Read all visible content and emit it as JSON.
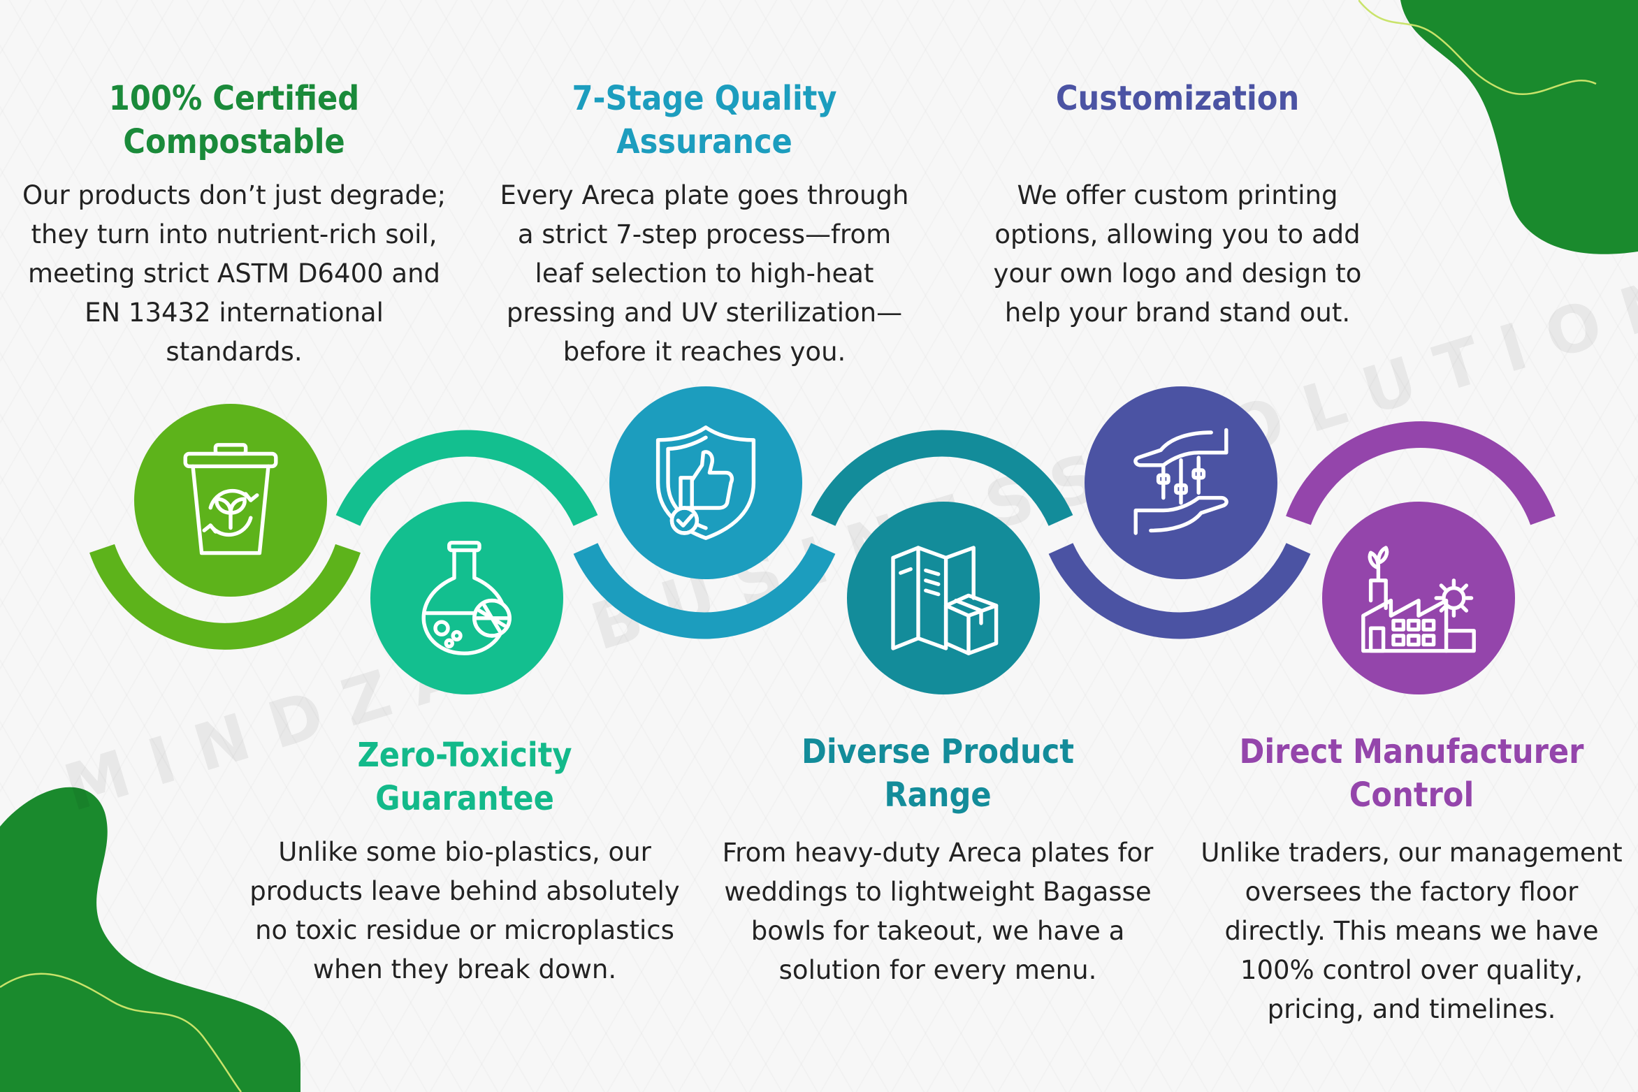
{
  "watermark": "MINDZAP BUSINESS SOLUTIONS",
  "colors": {
    "green": "#5db31b",
    "teal": "#13bf8f",
    "cyan": "#1c9dbe",
    "petrol": "#138c9a",
    "indigo": "#4b53a3",
    "purple": "#9445ab",
    "dark_green": "#1a8a2d"
  },
  "features": [
    {
      "title": [
        "100% Certified",
        "Compostable"
      ],
      "description": [
        "Our products don’t just degrade;",
        "they turn into nutrient-rich soil,",
        "meeting strict ASTM D6400 and",
        "EN 13432 international",
        "standards."
      ],
      "icon": "compost-bin-icon"
    },
    {
      "title": [
        "Zero-Toxicity",
        "Guarantee"
      ],
      "description": [
        "Unlike some bio-plastics, our",
        "products leave behind absolutely",
        "no toxic residue or microplastics",
        "when they break down."
      ],
      "icon": "flask-icon"
    },
    {
      "title": [
        "7-Stage Quality",
        "Assurance"
      ],
      "description": [
        "Every Areca plate goes through",
        "a strict 7-step process—from",
        "leaf selection to high-heat",
        "pressing and UV sterilization—",
        "before it reaches you."
      ],
      "icon": "shield-thumbs-up-icon"
    },
    {
      "title": [
        "Diverse Product",
        "Range"
      ],
      "description": [
        "From heavy-duty Areca plates for",
        "weddings to lightweight Bagasse",
        "bowls for takeout, we have a",
        "solution for every menu."
      ],
      "icon": "catalog-box-icon"
    },
    {
      "title": [
        "Customization"
      ],
      "description": [
        "We offer custom printing",
        "options, allowing you to add",
        "your own logo and design to",
        "help your brand stand out."
      ],
      "icon": "hands-sliders-icon"
    },
    {
      "title": [
        "Direct Manufacturer",
        "Control"
      ],
      "description": [
        "Unlike traders, our management",
        "oversees the factory floor",
        "directly. This means we have",
        "100% control over quality,",
        "pricing, and timelines."
      ],
      "icon": "factory-icon"
    }
  ]
}
